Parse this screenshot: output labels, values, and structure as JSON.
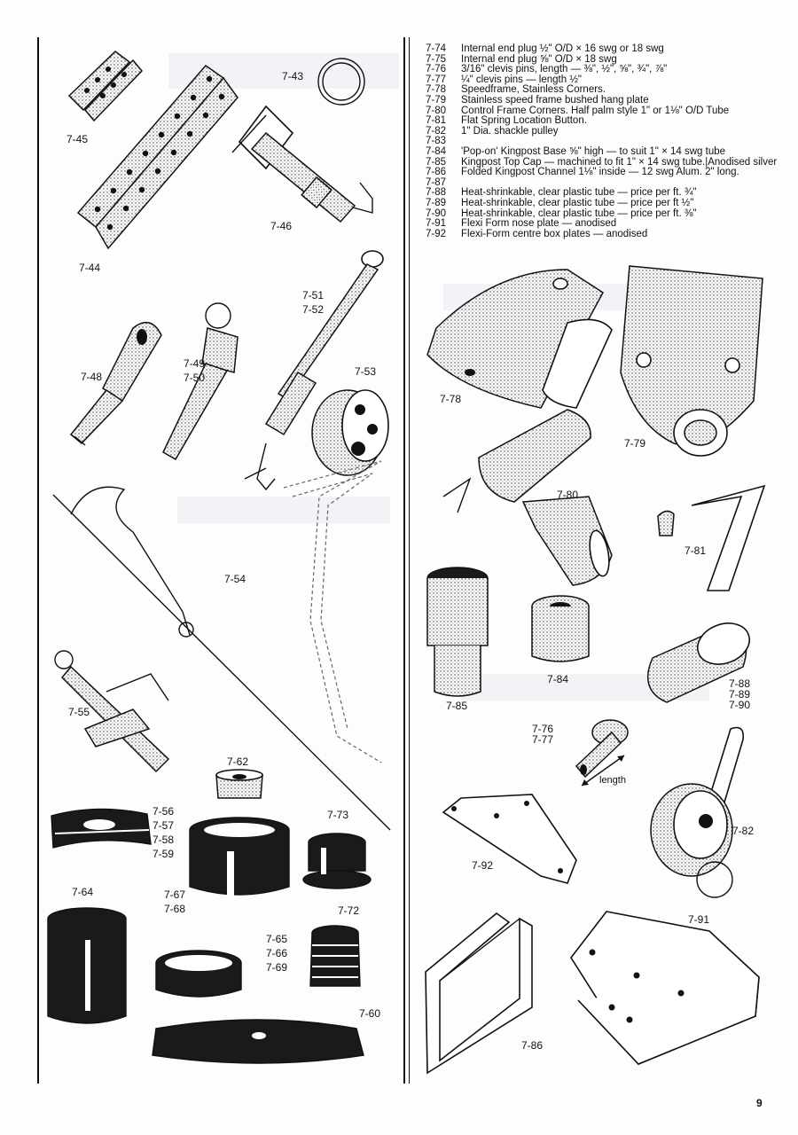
{
  "parts_list": [
    {
      "code": "7-74",
      "desc": "Internal end plug ½\" O/D × 16 swg or 18 swg"
    },
    {
      "code": "7-75",
      "desc": "Internal end plug ⅝\" O/D × 18 swg"
    },
    {
      "code": "7-76",
      "desc": "3/16\" clevis pins, length — ⅜\", ½\", ⅝\", ¾\", ⅞\""
    },
    {
      "code": "7-77",
      "desc": "¼\" clevis pins — length ½\""
    },
    {
      "code": "7-78",
      "desc": "Speedframe, Stainless Corners."
    },
    {
      "code": "7-79",
      "desc": "Stainless speed frame bushed hang plate"
    },
    {
      "code": "7-80",
      "desc": "Control Frame Corners. Half palm style 1\" or 1⅛\" O/D Tube"
    },
    {
      "code": "7-81",
      "desc": "Flat Spring Location Button."
    },
    {
      "code": "7-82",
      "desc": "1\" Dia. shackle pulley"
    },
    {
      "code": "7-83",
      "desc": ""
    },
    {
      "code": "7-84",
      "desc": "'Pop-on' Kingpost Base ⅝\" high — to suit 1\" × 14 swg tube"
    },
    {
      "code": "7-85",
      "desc": "Kingpost Top Cap — machined to fit 1\" × 14 swg tube.|Anodised silver"
    },
    {
      "code": "7-86",
      "desc": "Folded Kingpost Channel 1⅛\" inside — 12 swg Alum. 2\" long."
    },
    {
      "code": "7-87",
      "desc": ""
    },
    {
      "code": "7-88",
      "desc": "Heat-shrinkable, clear plastic tube — price per ft. ¾\""
    },
    {
      "code": "7-89",
      "desc": "Heat-shrinkable, clear plastic tube — price per ft ½\""
    },
    {
      "code": "7-90",
      "desc": "Heat-shrinkable, clear plastic tube — price per ft. ⅜\""
    },
    {
      "code": "7-91",
      "desc": "Flexi Form nose plate — anodised"
    },
    {
      "code": "7-92",
      "desc": "Flexi-Form centre box plates — anodised"
    }
  ],
  "figure_labels": {
    "l743": "7-43",
    "l745": "7-45",
    "l746": "7-46",
    "l744": "7-44",
    "l751": "7-51",
    "l752": "7-52",
    "l748": "7-48",
    "l749": "7-49",
    "l750": "7-50",
    "l753": "7-53",
    "l754": "7-54",
    "l755": "7-55",
    "l762": "7-62",
    "l756": "7-56",
    "l757": "7-57",
    "l758": "7-58",
    "l759": "7-59",
    "l773": "7-73",
    "l764": "7-64",
    "l767": "7-67",
    "l768": "7-68",
    "l772": "7-72",
    "l765": "7-65",
    "l766": "7-66",
    "l769": "7-69",
    "l760": "7-60",
    "l778": "7-78",
    "l779": "7-79",
    "l780": "7-80",
    "l781": "7-81",
    "l785": "7-85",
    "l784": "7-84",
    "l788": "7-88",
    "l789": "7-89",
    "l790": "7-90",
    "l776": "7-76",
    "l777": "7-77",
    "length": "length",
    "l792": "7-92",
    "l782": "7-82",
    "l791": "7-91",
    "l786": "7-86"
  },
  "page_number": "9"
}
